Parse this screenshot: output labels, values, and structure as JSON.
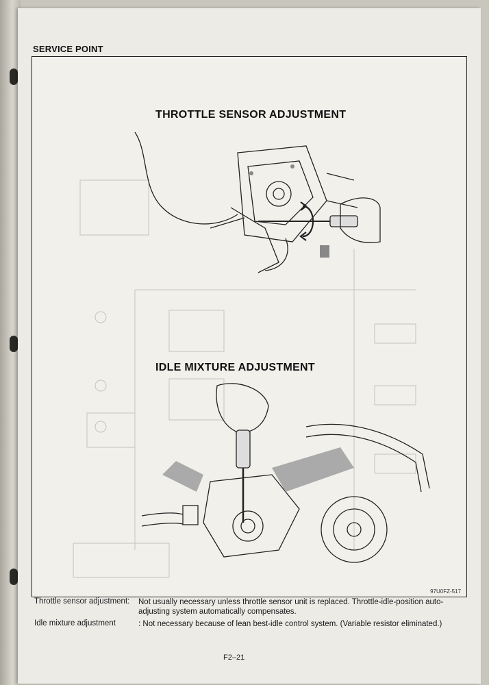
{
  "header": {
    "section_label": "SERVICE POINT"
  },
  "figures": {
    "top_title": "THROTTLE SENSOR ADJUSTMENT",
    "bottom_title": "IDLE MIXTURE ADJUSTMENT",
    "figure_code": "97U0FZ-517"
  },
  "notes": [
    {
      "term": "Throttle sensor adjustment:",
      "description": "Not usually necessary unless throttle sensor unit is replaced. Throttle-idle-position auto-adjusting system automatically compensates."
    },
    {
      "term": "Idle mixture adjustment",
      "description": ": Not necessary because of lean best-idle control system. (Variable resistor eliminated.)"
    }
  ],
  "footer": {
    "page_number": "F2–21"
  }
}
